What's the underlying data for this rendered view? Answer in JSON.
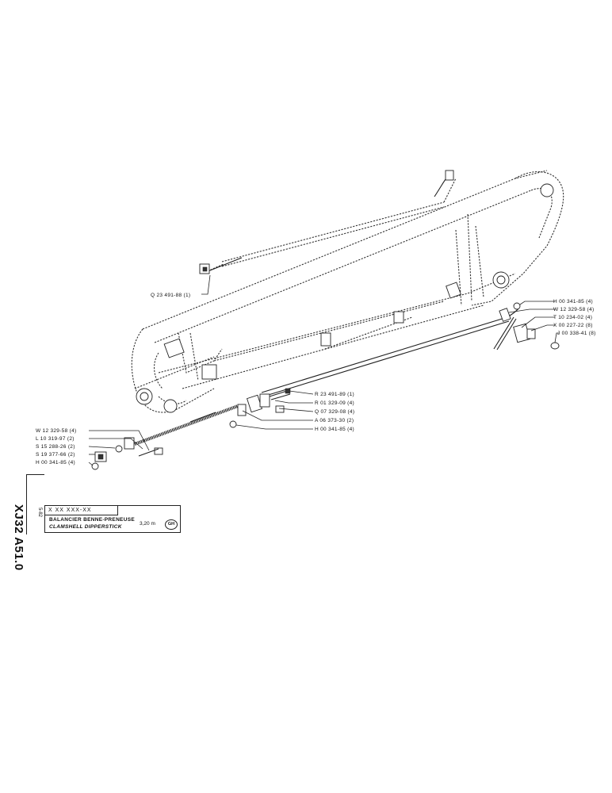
{
  "title_block": {
    "code": "X  XX  XXX-XX",
    "title_fr": "BALANCIER BENNE-PRENEUSE",
    "title_en": "CLAMSHELL DIPPERSTICK",
    "length": "3,20 m",
    "revision": "GH"
  },
  "sheet": {
    "reference": "XJ32 A51.0",
    "date": "5-82"
  },
  "callouts": {
    "left_group": [
      "W 12  329-58 (4)",
      "L 10  319-97 (2)",
      "S 15  288-26 (2)",
      "S 19  377-66 (2)",
      "H 00  341-85 (4)"
    ],
    "center_group": [
      "R 23  491-89 (1)",
      "R 01  329-09 (4)",
      "Q 07  329-08 (4)",
      "A 06  373-30 (2)",
      "H 00  341-85 (4)"
    ],
    "right_group": [
      "H 00  341-85 (4)",
      "W 12  329-58 (4)",
      "T 10  234-02 (4)",
      "X 00  227-22 (8)",
      "J 00  338-41 (8)"
    ],
    "upper_part": "Q 23  491-88 (1)"
  }
}
